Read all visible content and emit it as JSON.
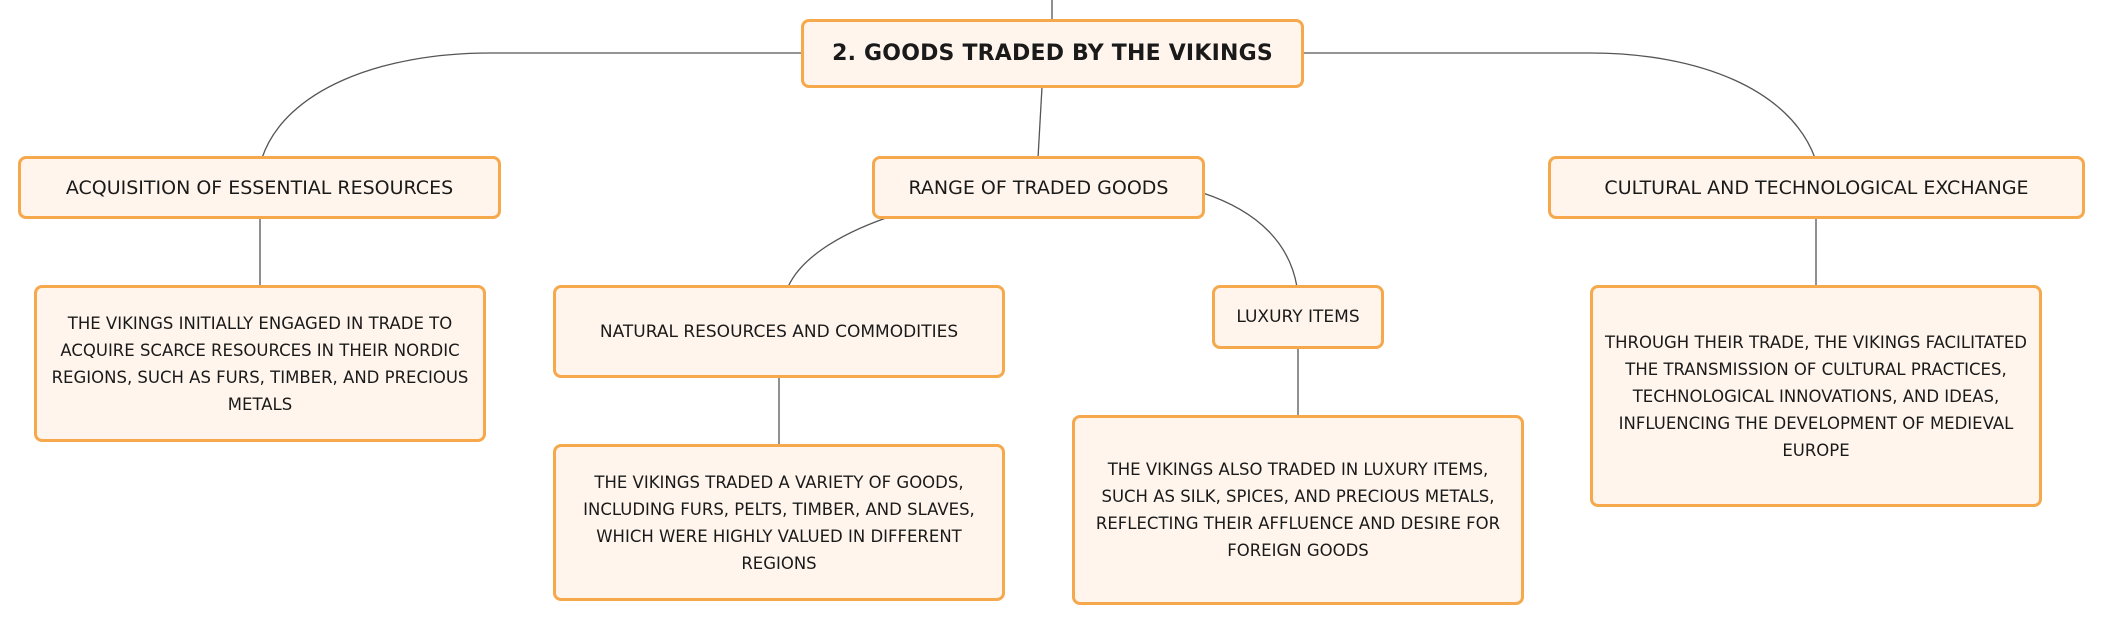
{
  "root": {
    "title": "2. GOODS TRADED BY THE VIKINGS"
  },
  "branches": {
    "acquisition": {
      "title": "ACQUISITION OF ESSENTIAL RESOURCES",
      "description": "THE VIKINGS INITIALLY ENGAGED IN TRADE TO ACQUIRE SCARCE RESOURCES IN THEIR NORDIC REGIONS, SUCH AS FURS, TIMBER, AND PRECIOUS METALS"
    },
    "range": {
      "title": "RANGE OF TRADED GOODS",
      "natural": {
        "title": "NATURAL RESOURCES AND COMMODITIES",
        "description": "THE VIKINGS TRADED A VARIETY OF GOODS, INCLUDING FURS, PELTS, TIMBER, AND SLAVES, WHICH WERE HIGHLY VALUED IN DIFFERENT REGIONS"
      },
      "luxury": {
        "title": "LUXURY ITEMS",
        "description": "THE VIKINGS ALSO TRADED IN LUXURY ITEMS, SUCH AS SILK, SPICES, AND PRECIOUS METALS, REFLECTING THEIR AFFLUENCE AND DESIRE FOR FOREIGN GOODS"
      }
    },
    "cultural": {
      "title": "CULTURAL AND TECHNOLOGICAL EXCHANGE",
      "description": "THROUGH THEIR TRADE, THE VIKINGS FACILITATED THE TRANSMISSION OF CULTURAL PRACTICES, TECHNOLOGICAL INNOVATIONS, AND IDEAS, INFLUENCING THE DEVELOPMENT OF MEDIEVAL EUROPE"
    }
  },
  "colors": {
    "node_fill": "#fff5ed",
    "node_border": "#f5a94c",
    "connector": "#555555",
    "text": "#1a1a1a"
  }
}
